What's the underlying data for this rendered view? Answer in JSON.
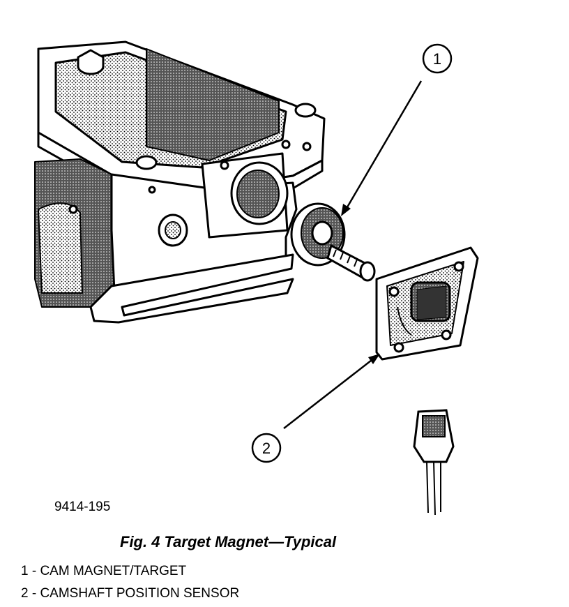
{
  "figure": {
    "code": "9414-195",
    "caption": "Fig. 4 Target Magnet—Typical",
    "callouts": [
      {
        "number": "1",
        "label": "CAM MAGNET/TARGET"
      },
      {
        "number": "2",
        "label": "CAMSHAFT POSITION SENSOR"
      }
    ],
    "legend": [
      "1 - CAM MAGNET/TARGET",
      "2 - CAMSHAFT POSITION SENSOR"
    ]
  }
}
